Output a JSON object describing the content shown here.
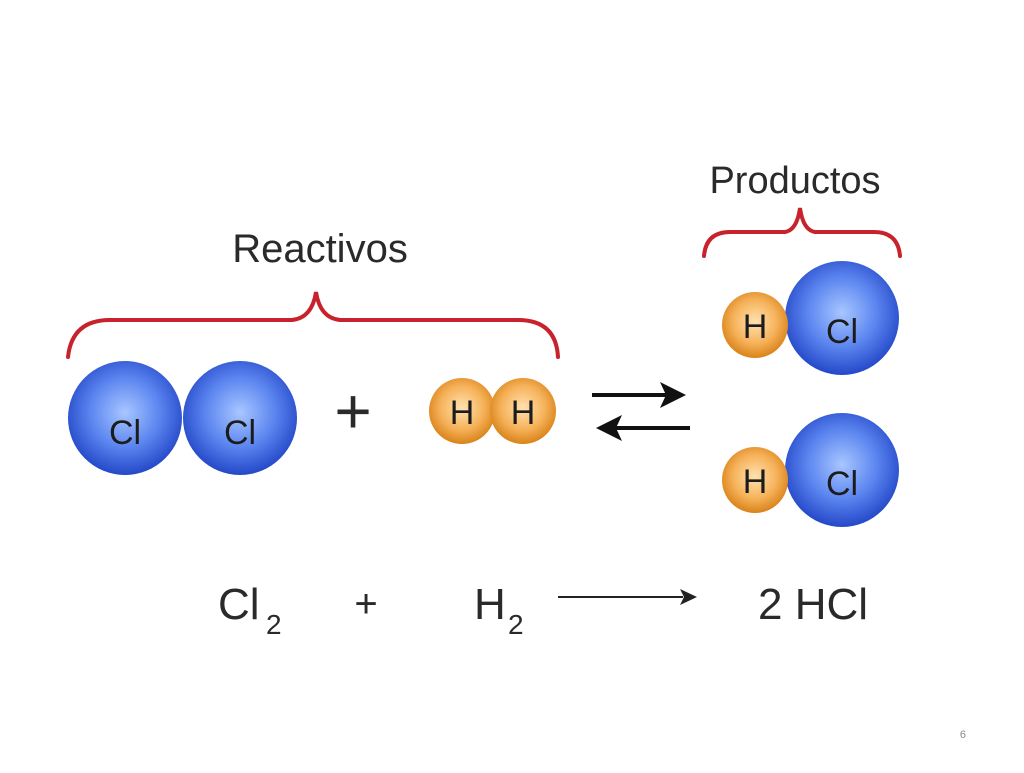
{
  "slide": {
    "page_number": "6"
  },
  "diagram": {
    "reactants_label": "Reactivos",
    "products_label": "Productos",
    "plus_sign": "+",
    "reactant_cl2": {
      "atom1": "Cl",
      "atom2": "Cl"
    },
    "reactant_h2": {
      "atom1": "H",
      "atom2": "H"
    },
    "product_hcl_1": {
      "h": "H",
      "cl": "Cl"
    },
    "product_hcl_2": {
      "h": "H",
      "cl": "Cl"
    }
  },
  "equation": {
    "reactant1_symbol": "Cl",
    "reactant1_subscript": "2",
    "plus": "+",
    "reactant2_symbol": "H",
    "reactant2_subscript": "2",
    "product": "2 HCl"
  },
  "colors": {
    "brace": "#c8232c",
    "chlorine_light": "#9fc0ff",
    "chlorine_dark": "#2b55d8",
    "hydrogen_light": "#ffd9a0",
    "hydrogen_dark": "#e08a1e",
    "text": "#2a2a2a"
  }
}
